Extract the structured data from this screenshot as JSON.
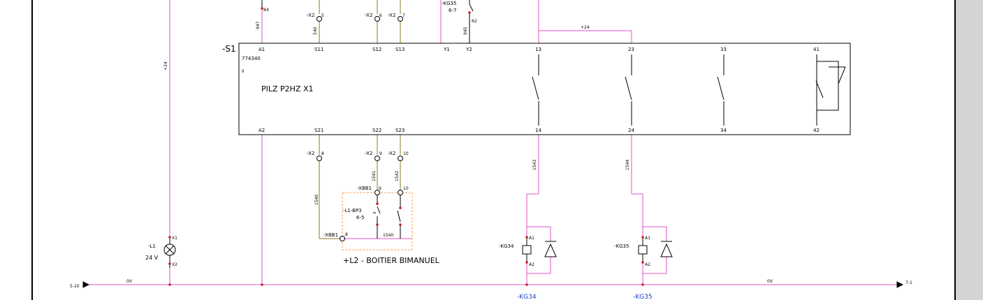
{
  "colors": {
    "pink": "#e052c8",
    "olive": "#8a7a1c",
    "black": "#000000",
    "blue": "#1a3fc8",
    "orange": "#ff9a4a",
    "red": "#c81e1e"
  },
  "device": {
    "tag": "-S1",
    "article": "774340",
    "model": "PILZ  P2HZ X1",
    "small": "II"
  },
  "top_terminals": [
    "A1",
    "S11",
    "S12",
    "S13",
    "Y1",
    "Y2",
    "13",
    "23",
    "33",
    "41"
  ],
  "bottom_terminals": [
    "A2",
    "S21",
    "S22",
    "S23",
    "14",
    "24",
    "34",
    "42"
  ],
  "connectors": {
    "x2_5": "-X2",
    "x2_5_n": "5",
    "x2_6": "-X2",
    "x2_6_n": "6",
    "x2_7": "-X2",
    "x2_7_n": "7",
    "x2_8": "-X2",
    "x2_8_n": "8",
    "x2_9": "-X2",
    "x2_9_n": "9",
    "x2_10": "-X2",
    "x2_10_n": "10",
    "kg35_top": "-KG35",
    "kg35_top_ref": "6-7",
    "p62": "62",
    "p84": "84"
  },
  "wires": {
    "w947": "947",
    "w540": "540",
    "w945": "945",
    "w1540a": "1540",
    "w1541": "1541",
    "w1542": "1542",
    "w1543": "1543",
    "w1544": "1544",
    "w1540b": "1540",
    "plus24_v": "+24",
    "plus24_h": "+24",
    "ov_left": "0V",
    "ov_right": "0V"
  },
  "box": {
    "label": "+L2 - BOITIER BIMANUEL",
    "xbb1_top": "-XBB1",
    "xbb1_9": "9",
    "xbb1_10": "10",
    "xbb1_bot": "-XBB1",
    "xbb1_8": "8",
    "bp3": "-L1-BP3",
    "bp3_ref": "6-5"
  },
  "lamp": {
    "tag": "-L1",
    "voltage": "24  V",
    "x1": "X1",
    "x2": "X2"
  },
  "coils": [
    {
      "tag": "-KG34",
      "a1": "A1",
      "a2": "A2",
      "ref": "-KG34"
    },
    {
      "tag": "-KG35",
      "a1": "A1",
      "a2": "A2",
      "ref": "-KG35"
    }
  ],
  "page_refs": {
    "left": "5-10",
    "right": "7-1"
  }
}
